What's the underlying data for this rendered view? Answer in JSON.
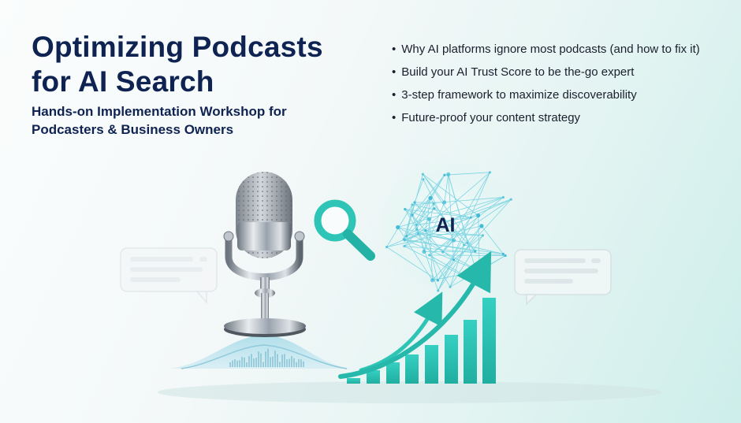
{
  "headline": {
    "line1": "Optimizing Podcasts",
    "line2": "for AI Search"
  },
  "subheadline": {
    "line1": "Hands-on Implementation Workshop for",
    "line2": "Podcasters & Business Owners"
  },
  "bullets": [
    "Why AI platforms ignore most podcasts (and how to fix it)",
    "Build your AI Trust Score to be the-go expert",
    "3-step framework to maximize discoverability",
    "Future-proof your content strategy"
  ],
  "illustration": {
    "ai_label": "AI",
    "icons": [
      "microphone-icon",
      "magnifier-icon",
      "neural-network-icon",
      "chat-bubble-icon",
      "growth-arrow-icon",
      "sound-wave-icon"
    ],
    "colors": {
      "navy": "#0f2352",
      "teal": "#2ec4b6",
      "silver": "#9aa3ad"
    }
  }
}
